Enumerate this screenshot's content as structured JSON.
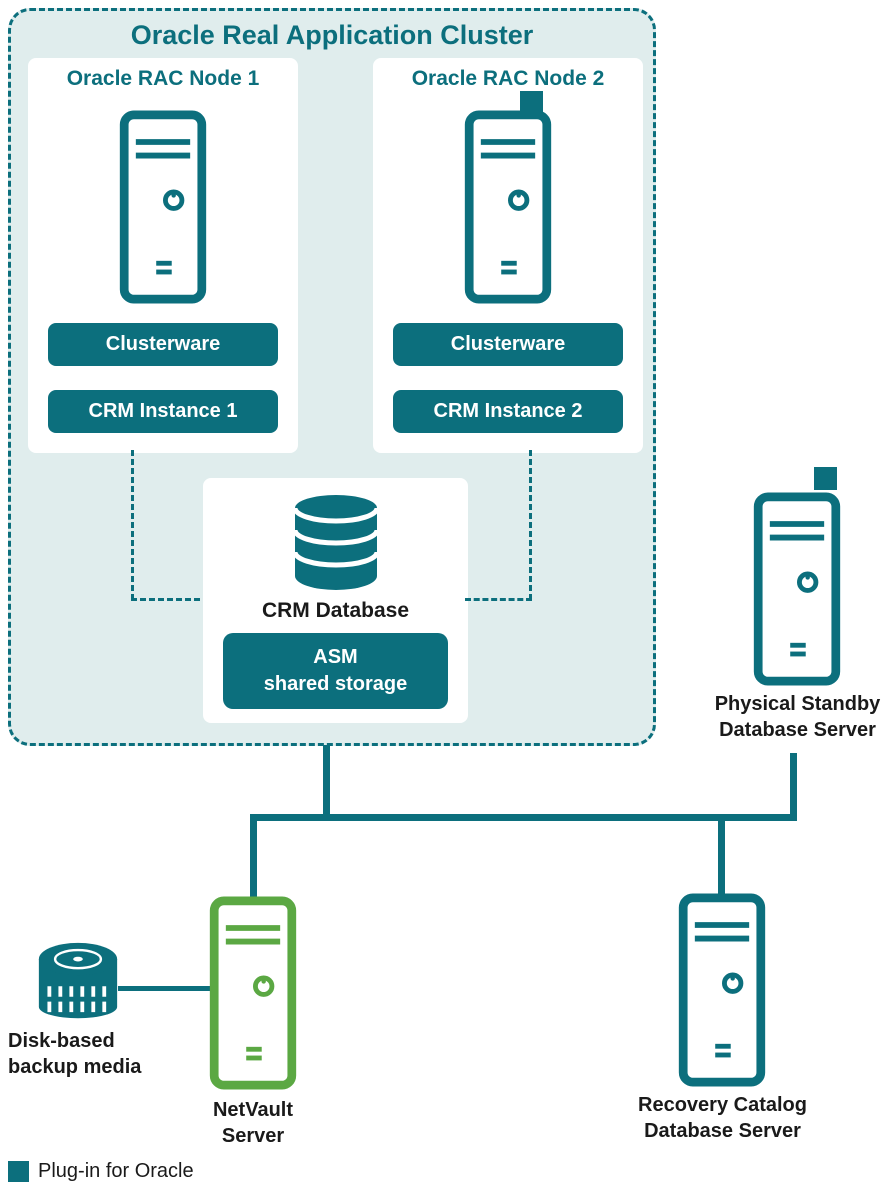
{
  "cluster": {
    "title": "Oracle Real Application Cluster",
    "nodes": [
      {
        "title": "Oracle RAC Node 1",
        "software": [
          "Clusterware",
          "CRM Instance 1"
        ]
      },
      {
        "title": "Oracle RAC Node 2",
        "software": [
          "Clusterware",
          "CRM Instance 2"
        ]
      }
    ],
    "database": {
      "label": "CRM Database",
      "storage": {
        "line1": "ASM",
        "line2": "shared storage"
      }
    }
  },
  "servers": {
    "standby": {
      "line1": "Physical Standby",
      "line2": "Database Server"
    },
    "netvault": {
      "line1": "NetVault",
      "line2": "Server"
    },
    "recovery": {
      "line1": "Recovery Catalog",
      "line2": "Database Server"
    }
  },
  "backup_media": {
    "line1": "Disk-based",
    "line2": "backup media"
  },
  "legend": {
    "label": "Plug-in for Oracle"
  },
  "icons": {
    "server": "tower-server-outline",
    "database": "cylinder-stack",
    "disk": "disk-drum",
    "plugin_marker": "filled-square"
  },
  "colors": {
    "teal": "#0C6F7D",
    "light_teal": "#E0EDED",
    "green": "#5BA843",
    "text_dark": "#1A1A1A"
  }
}
